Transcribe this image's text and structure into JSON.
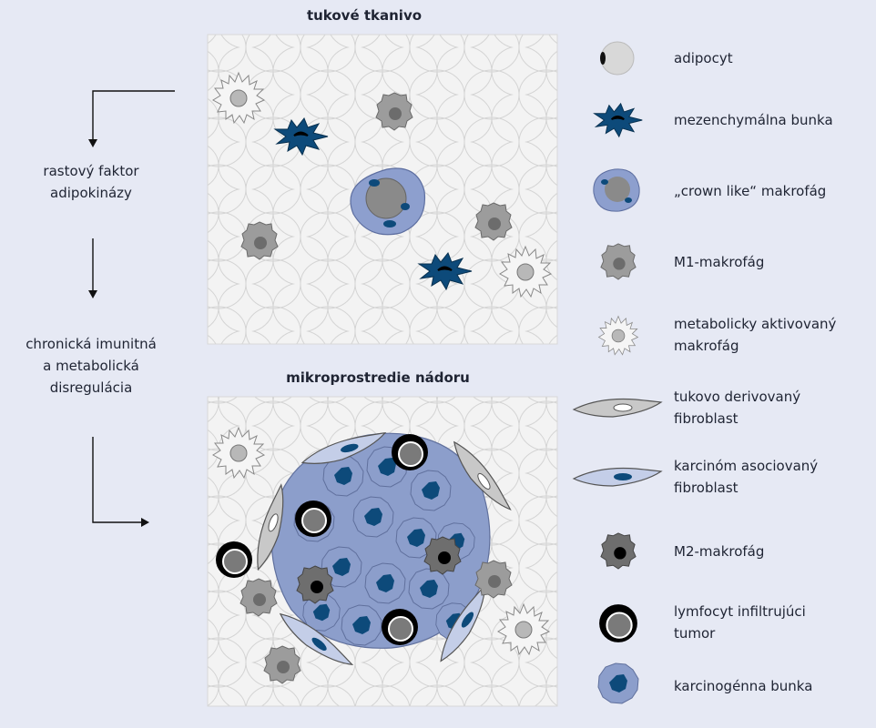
{
  "panels": {
    "top_title": "tukové tkanivo",
    "bottom_title": "mikroprostredie nádoru"
  },
  "flow": {
    "step1_line1": "rastový faktor",
    "step1_line2": "adipokinázy",
    "step2_line1": "chronická imunitná",
    "step2_line2": "a metabolická",
    "step2_line3": "disregulácia"
  },
  "legend": [
    {
      "icon": "adipocyte-icon",
      "line1": "adipocyt",
      "line2": ""
    },
    {
      "icon": "mesenchymal-cell-icon",
      "line1": "mezenchymálna bunka",
      "line2": ""
    },
    {
      "icon": "crown-like-macrophage-icon",
      "line1": "„crown like“ makrofág",
      "line2": ""
    },
    {
      "icon": "m1-macrophage-icon",
      "line1": "M1-makrofág",
      "line2": ""
    },
    {
      "icon": "metabolic-macrophage-icon",
      "line1": "metabolicky aktivovaný",
      "line2": "makrofág"
    },
    {
      "icon": "adipose-fibroblast-icon",
      "line1": "tukovo derivovaný",
      "line2": "fibroblast"
    },
    {
      "icon": "cancer-fibroblast-icon",
      "line1": "karcinóm asociovaný",
      "line2": "fibroblast"
    },
    {
      "icon": "m2-macrophage-icon",
      "line1": "M2-makrofág",
      "line2": ""
    },
    {
      "icon": "lymphocyte-icon",
      "line1": "lymfocyt infiltrujúci",
      "line2": "tumor"
    },
    {
      "icon": "carcinogenic-cell-icon",
      "line1": "karcinogénna bunka",
      "line2": ""
    }
  ],
  "colors": {
    "background": "#e6e9f4",
    "tissue": "#f4f4f4",
    "dark_blue": "#0d4a7a",
    "tumor_blue": "#8a9cc9",
    "crown_blue": "#8d9fce",
    "gray_macrophage": "#9a9a9a",
    "dark_macrophage": "#6b6b6b"
  }
}
